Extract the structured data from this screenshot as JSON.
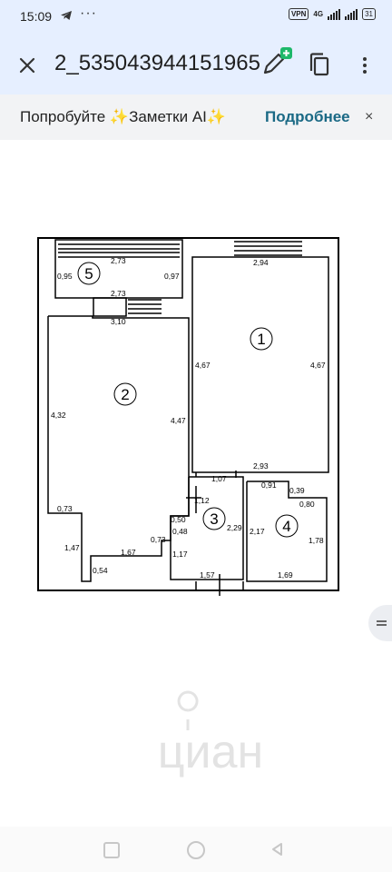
{
  "status_bar": {
    "time": "15:09",
    "dots": "···",
    "vpn": "VPN",
    "network": "4G",
    "battery": "31"
  },
  "toolbar": {
    "title": "2_535043944151965",
    "close_icon": "close-icon",
    "edit_icon": "pencil-plus-icon",
    "copy_icon": "copy-icon",
    "more_icon": "more-vert-icon"
  },
  "promo": {
    "text": "Попробуйте ✨Заметки AI✨",
    "link": "Подробнее",
    "close": "×"
  },
  "floor_plan": {
    "rooms": [
      {
        "number": "1"
      },
      {
        "number": "2"
      },
      {
        "number": "3"
      },
      {
        "number": "4"
      },
      {
        "number": "5"
      }
    ],
    "dims": {
      "r5_top": "2,73",
      "r5_left": "0,95",
      "r5_right": "0,97",
      "r5_bottom": "2,73",
      "r1_top": "2,94",
      "r1_left": "4,67",
      "r1_right": "4,67",
      "r1_bottom": "2,93",
      "r2_top": "3,10",
      "r2_left": "4,32",
      "r2_right": "4,47",
      "r2_step_a": "0,73",
      "r2_step_b": "1,47",
      "r2_step_c": "0,54",
      "r2_step_d": "1,67",
      "r2_step_e": "0,73",
      "r2_step_f": "0,50",
      "r3_top": "1,07",
      "r3_left_top": "1,12",
      "r3_left_mid": "0,48",
      "r3_left_bot": "1,17",
      "r3_right": "2,29",
      "r3_bottom": "1,57",
      "r4_top": "0,91",
      "r4_notch_a": "0,39",
      "r4_notch_b": "0,80",
      "r4_left": "2,17",
      "r4_right": "1,78",
      "r4_bottom": "1,69"
    },
    "watermark": "циан"
  },
  "colors": {
    "app_bar": "#e6efff",
    "promo_bg": "#f2f3f5",
    "promo_link": "#1a6985",
    "plus_badge": "#1db86a"
  }
}
